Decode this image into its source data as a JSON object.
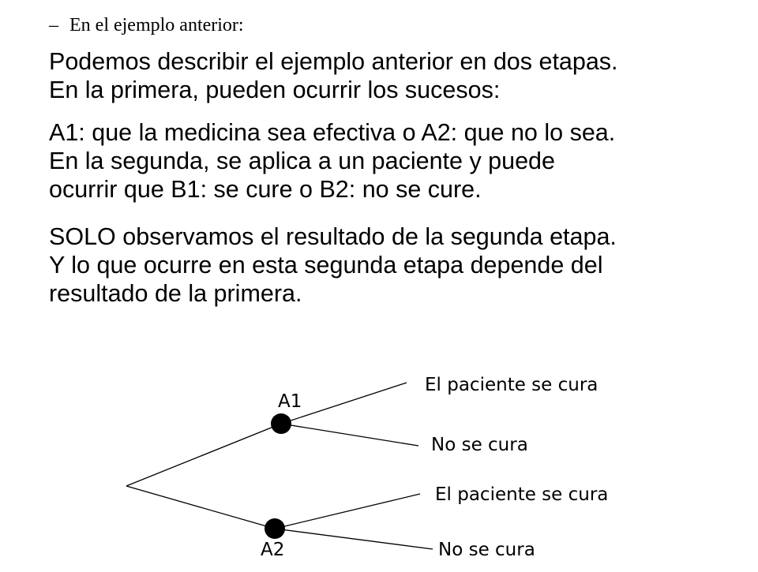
{
  "sub_bullet": {
    "dash": "–",
    "text": "En el ejemplo anterior:"
  },
  "paragraphs": [
    {
      "lines": [
        "Podemos describir el ejemplo anterior en dos etapas.",
        "En la primera, pueden ocurrir los sucesos:"
      ]
    },
    {
      "lines": [
        "A1: que la medicina sea efectiva o A2: que no lo sea.",
        "En la segunda, se aplica a un paciente y puede",
        "ocurrir que B1: se cure o B2: no se cure."
      ]
    },
    {
      "lines": [
        "SOLO observamos el resultado de la segunda etapa.",
        "Y lo que ocurre en esta segunda etapa depende del",
        "resultado de la primera."
      ]
    }
  ],
  "tree": {
    "nodes": {
      "a1": "A1",
      "a2": "A2"
    },
    "leaves": {
      "a1_cure": "El paciente se cura",
      "a1_no_cure": "No se cura",
      "a2_cure": "El paciente se cura",
      "a2_no_cure": "No se cura"
    },
    "line_color": "#000000",
    "node_color": "#000000"
  }
}
